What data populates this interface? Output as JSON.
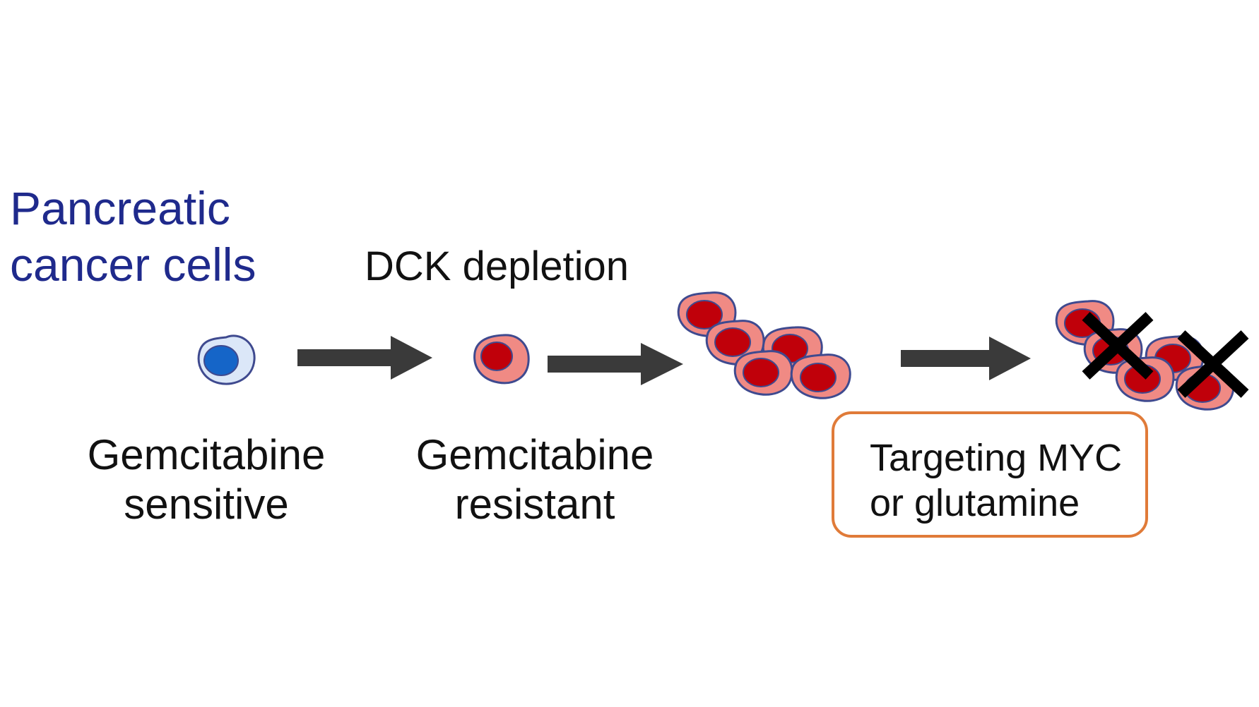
{
  "title": {
    "line1": "Pancreatic",
    "line2": "cancer cells",
    "color": "#1f2a8c"
  },
  "step_label": "DCK depletion",
  "stages": [
    {
      "line1": "Gemcitabine",
      "line2": "sensitive"
    },
    {
      "line1": "Gemcitabine",
      "line2": "resistant"
    }
  ],
  "target_box": {
    "line1": "Targeting MYC",
    "line2": "or glutamine",
    "border_color": "#e07b39"
  },
  "colors": {
    "sensitive_cell_fill": "#dbe7f8",
    "sensitive_nucleus": "#1565c8",
    "resistant_cell_fill": "#f08a84",
    "resistant_nucleus": "#c0000a",
    "cell_outline": "#3f4a8f",
    "arrow": "#3a3a3a",
    "cross": "#000000"
  },
  "icons": [
    "sensitive-cell-icon",
    "resistant-cell-icon",
    "proliferating-cells-icon",
    "arrow-icon",
    "cross-icon"
  ]
}
